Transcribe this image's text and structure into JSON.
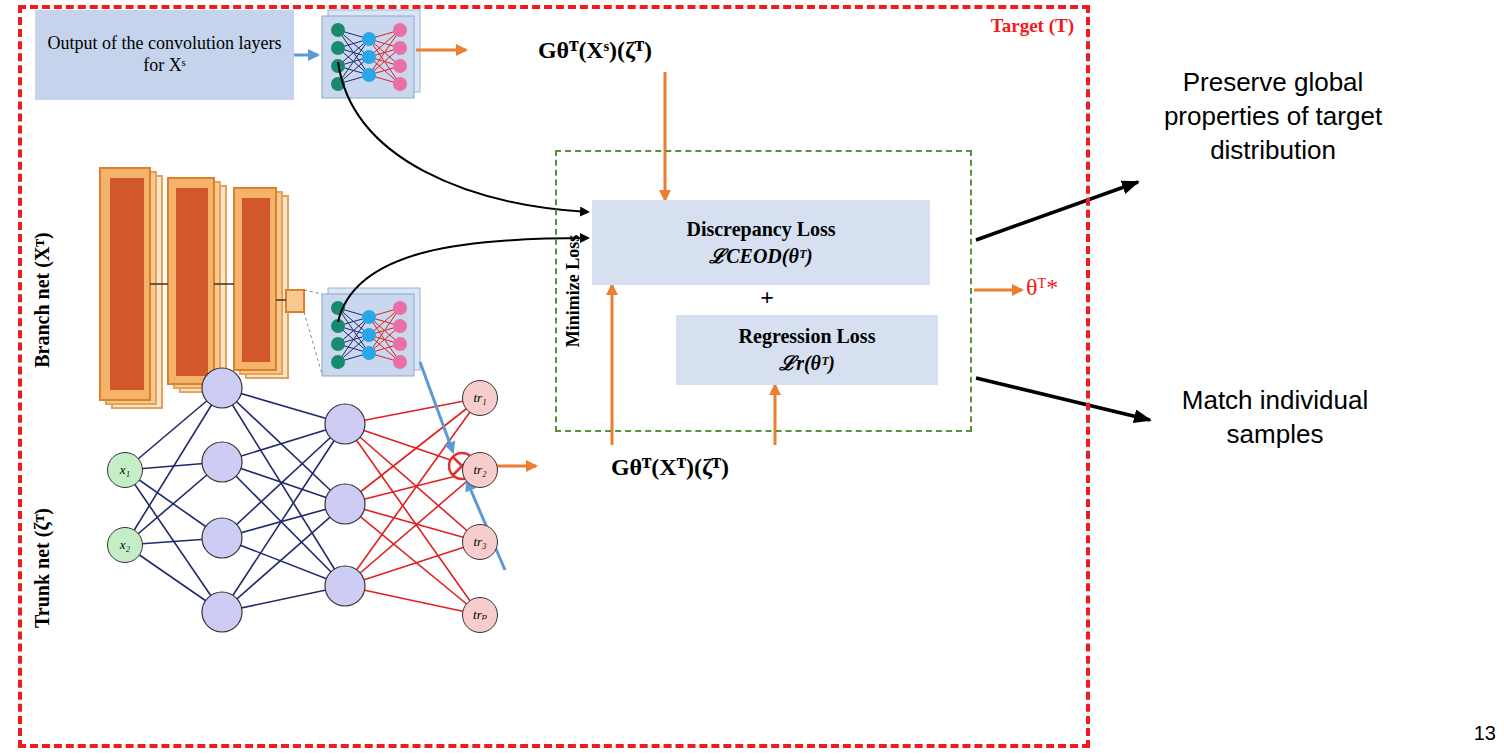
{
  "diagram": {
    "nodes": [
      {
        "text": [
          "Target (T)"
        ]
      },
      {
        "text": [
          "Output of the convolution layers for Xˢ"
        ],
        "in": 0
      },
      {
        "text": [
          "Gθᵀ(Xˢ)(ζᵀ)"
        ],
        "in": 0
      },
      {
        "text": [
          "Minimize Loss"
        ],
        "in": 0
      },
      {
        "text": [
          "Discrepancy Loss",
          "ℒCEOD(θᵀ)"
        ],
        "in": 3
      },
      {
        "text": [
          "Regression Loss",
          "ℒr(θᵀ)"
        ],
        "in": 3
      },
      {
        "text": [
          "Gθᵀ(Xᵀ)(ζᵀ)"
        ],
        "in": 0
      },
      {
        "text": [
          "x₁"
        ],
        "in": 0
      },
      {
        "text": [
          "x₂"
        ],
        "in": 0
      },
      {
        "text": [
          "tr₁"
        ],
        "in": 0
      },
      {
        "text": [
          "tr₂"
        ],
        "in": 0
      },
      {
        "text": [
          "tr₃"
        ],
        "in": 0
      },
      {
        "text": [
          "trₚ"
        ],
        "in": 0
      }
    ],
    "edges": [
      {
        "from": 2,
        "to": 4,
        "arrow": "to"
      },
      {
        "from": 6,
        "to": 4,
        "arrow": "to"
      },
      {
        "from": 6,
        "to": 5,
        "arrow": "to"
      }
    ],
    "labels": [
      "+",
      "θᵀ*",
      "Preserve global properties of target distribution",
      "Match individual samples",
      "Branch net (Xᵀ)",
      "Trunk net (ζᵀ)",
      "13"
    ]
  }
}
